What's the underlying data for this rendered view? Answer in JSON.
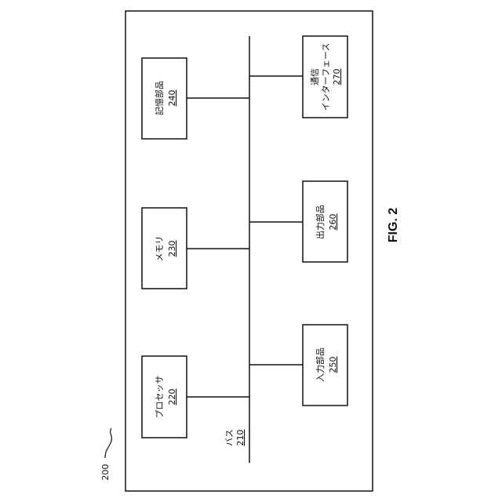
{
  "diagram": {
    "figure_ref": "200",
    "figure_label": "FIG. 2",
    "bus": {
      "name": "バス",
      "ref": "210"
    },
    "components": [
      {
        "id": "processor",
        "name": "プロセッサ",
        "ref": "220"
      },
      {
        "id": "memory",
        "name": "メモリ",
        "ref": "230"
      },
      {
        "id": "storage",
        "name": "記憶部品",
        "ref": "240"
      },
      {
        "id": "input",
        "name": "入力部品",
        "ref": "250"
      },
      {
        "id": "output",
        "name": "出力部品",
        "ref": "260"
      },
      {
        "id": "comm",
        "name_line1": "通信",
        "name_line2": "インターフェース",
        "ref": "270"
      }
    ]
  }
}
